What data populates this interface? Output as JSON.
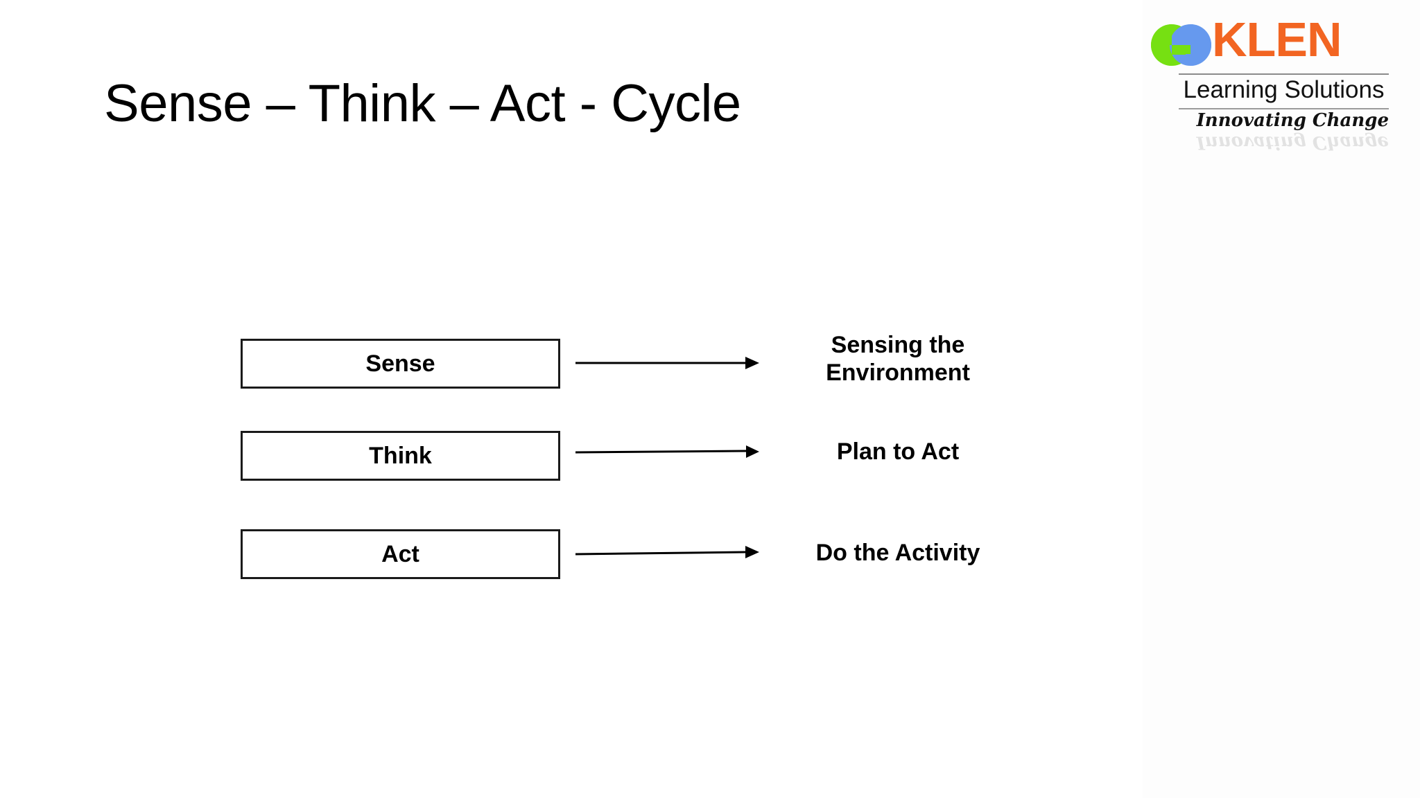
{
  "slide": {
    "title": "Sense – Think – Act - Cycle",
    "background_color": "#ffffff"
  },
  "logo": {
    "wordmark": "KLEN",
    "tagline": "Learning Solutions",
    "sub_tagline": "Innovating Change",
    "reflection_text": "Innovating Change",
    "wordmark_color": "#F26522",
    "mark_left_color": "#76E012",
    "mark_right_color": "#6699EE"
  },
  "diagram": {
    "rows": [
      {
        "step_label": "Sense",
        "arrow": "right-arrow",
        "outcome": "Sensing the Environment"
      },
      {
        "step_label": "Think",
        "arrow": "right-arrow",
        "outcome": "Plan to Act"
      },
      {
        "step_label": "Act",
        "arrow": "right-arrow",
        "outcome": "Do the Activity"
      }
    ]
  }
}
